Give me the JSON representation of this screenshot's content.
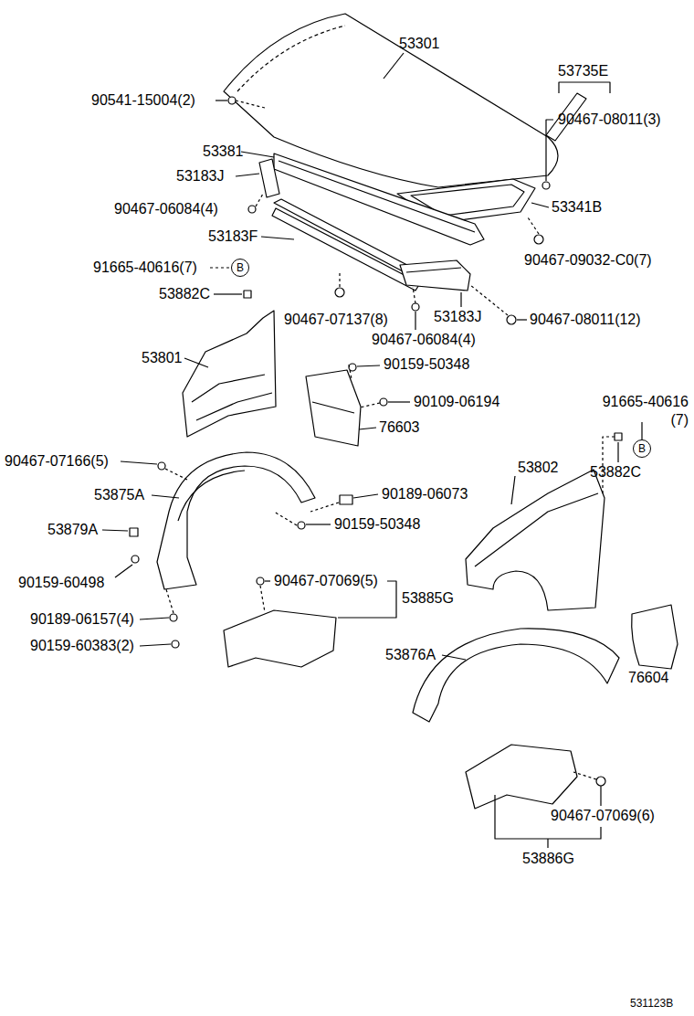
{
  "diagram": {
    "nodes": [
      {
        "text": [
          "B"
        ]
      },
      {
        "text": [
          "B"
        ]
      }
    ],
    "labels": [
      "53301",
      "53735E",
      "90541-15004(2)",
      "90467-08011(3)",
      "53381",
      "53183J",
      "53341B",
      "90467-06084(4)",
      "53183F",
      "90467-09032-C0(7)",
      "91665-40616(7)",
      "53882C",
      "90467-07137(8)",
      "53183J",
      "90467-08011(12)",
      "90467-06084(4)",
      "53801",
      "90159-50348",
      "90109-06194",
      "91665-40616 (7)",
      "76603",
      "90467-07166(5)",
      "53802",
      "53882C",
      "53875A",
      "90189-06073",
      "53879A",
      "90159-50348",
      "90159-60498",
      "90467-07069(5)",
      "53885G",
      "90189-06157(4)",
      "90159-60383(2)",
      "53876A",
      "76604",
      "90467-07069(6)",
      "53886G",
      "531123B"
    ]
  }
}
